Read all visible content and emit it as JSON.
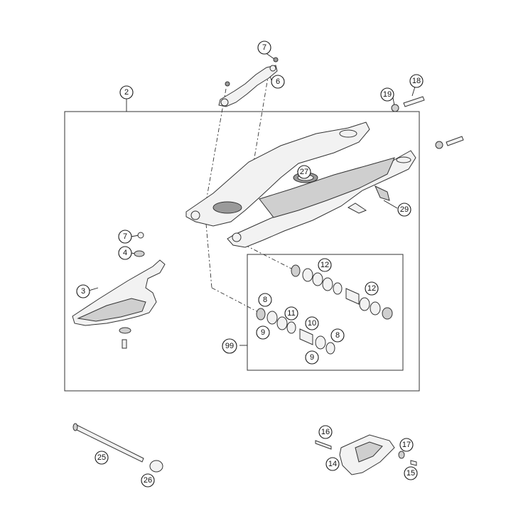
{
  "callouts": {
    "c2": "2",
    "c3": "3",
    "c4": "4",
    "c6": "6",
    "c7a": "7",
    "c7b": "7",
    "c8a": "8",
    "c8b": "8",
    "c9a": "9",
    "c9b": "9",
    "c10": "10",
    "c11": "11",
    "c12a": "12",
    "c12b": "12",
    "c14": "14",
    "c15": "15",
    "c16": "16",
    "c17": "17",
    "c18": "18",
    "c19": "19",
    "c25": "25",
    "c26": "26",
    "c27": "27",
    "c29": "29",
    "c99": "99"
  },
  "colors": {
    "line": "#333333",
    "fill_light": "#f2f2f2",
    "fill_mid": "#cfcfcf",
    "fill_dark": "#9a9a9a"
  }
}
